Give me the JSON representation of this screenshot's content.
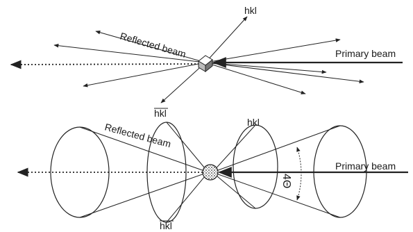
{
  "top": {
    "reflected_label": "Reflected beam",
    "hkl_label": "hkl",
    "hkl_bar_label": "hkl",
    "primary_label": "Primary beam"
  },
  "bottom": {
    "reflected_label": "Reflected beam",
    "hkl_label": "hkl",
    "hkl_bar_label": "hkl",
    "primary_label": "Primary beam",
    "angle_label": "4Θ"
  },
  "colors": {
    "ink": "#222222",
    "paper": "#ffffff"
  }
}
